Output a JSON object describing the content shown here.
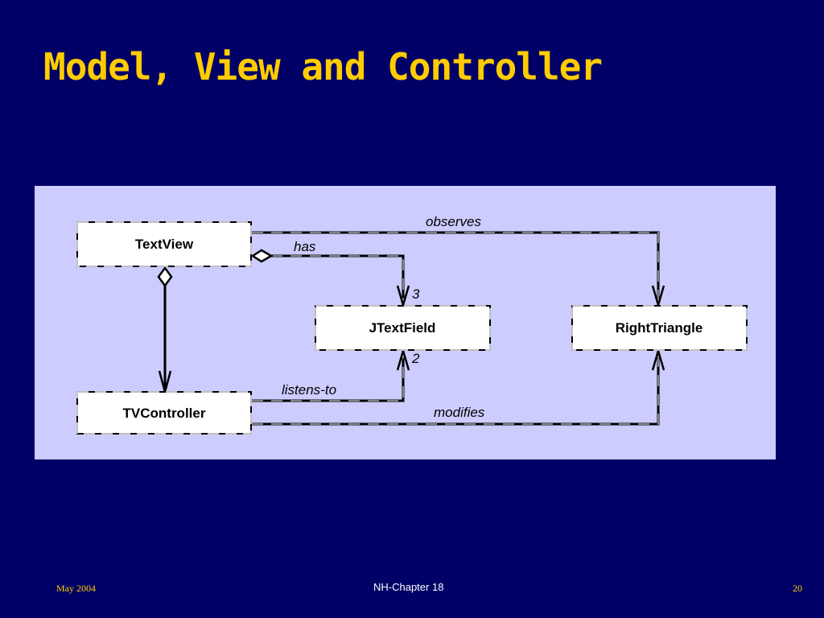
{
  "slide": {
    "title": "Model, View and Controller",
    "footer": {
      "date": "May 2004",
      "center": "NH-Chapter 18",
      "page": "20"
    }
  },
  "diagram": {
    "classes": {
      "textview": "TextView",
      "tvcontroller": "TVController",
      "jtextfield": "JTextField",
      "righttriangle": "RightTriangle"
    },
    "associations": {
      "observes": "observes",
      "has": "has",
      "listens_to": "listens-to",
      "modifies": "modifies"
    },
    "multiplicities": {
      "has_target": "3",
      "listens_to_target": "2"
    }
  },
  "colors": {
    "slide_background": "#000066",
    "title": "#ffcc00",
    "panel_background": "#ccccff",
    "footer_text": "#ffcc00"
  }
}
